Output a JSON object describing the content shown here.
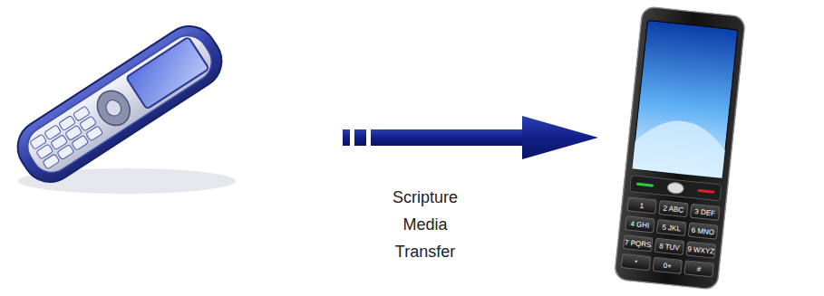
{
  "diagram": {
    "labels": [
      "Scripture Media Transfer",
      "1",
      "2 ABC",
      "3 DEF",
      "4 GHI",
      "5 JKL",
      "6 MNO",
      "7 PQRS",
      "8 TUV",
      "9 WXYZ",
      "*",
      "0+",
      "#"
    ]
  }
}
